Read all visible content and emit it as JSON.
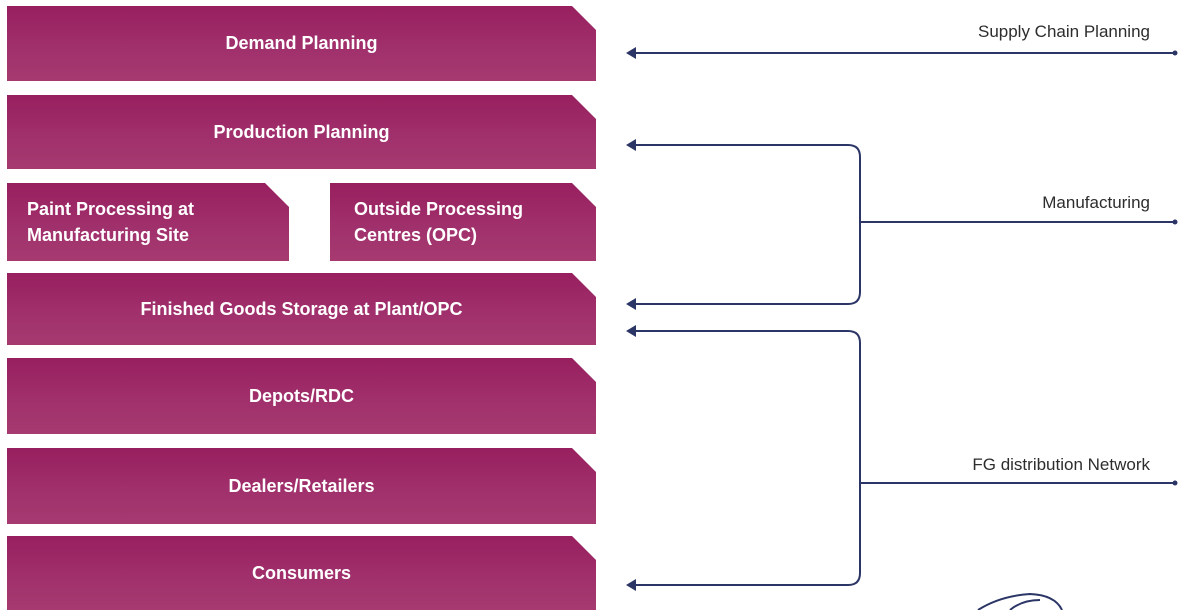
{
  "blocks": {
    "demand_planning": "Demand Planning",
    "production_planning": "Production Planning",
    "paint_processing": "Paint Processing at\nManufacturing Site",
    "outside_processing": "Outside Processing\nCentres (OPC)",
    "finished_goods_storage": "Finished Goods Storage at Plant/OPC",
    "depots": "Depots/RDC",
    "dealers": "Dealers/Retailers",
    "consumers": "Consumers"
  },
  "labels": {
    "supply_chain_planning": "Supply Chain Planning",
    "manufacturing": "Manufacturing",
    "fg_distribution": "FG distribution Network"
  },
  "colors": {
    "block": "#a0306c",
    "connector": "#2b3566"
  }
}
